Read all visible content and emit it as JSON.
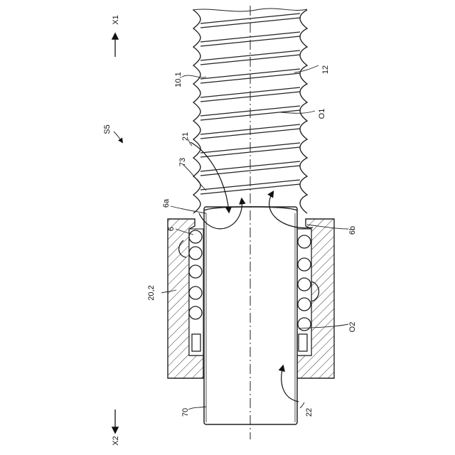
{
  "labels": {
    "x1": "X1",
    "x2": "X2",
    "s5": "S5",
    "screw": "10,1",
    "thread": "12",
    "axis1": "O1",
    "axis2": "O2",
    "ref21": "21",
    "ref73": "73",
    "ref6a": "6a",
    "ref6": "6",
    "ref6b": "6b",
    "nut": "20,2",
    "shaft": "70",
    "ref22": "22"
  },
  "colors": {
    "line": "#222222",
    "background": "#ffffff"
  }
}
